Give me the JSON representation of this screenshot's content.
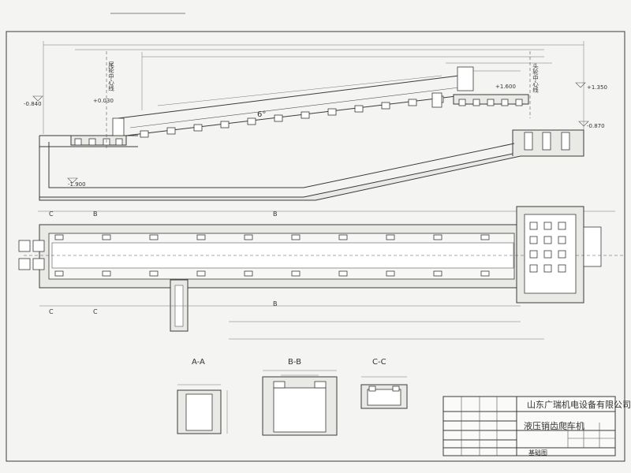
{
  "labels": {
    "tail_center": "尾轮中心线",
    "head_center": "头轮中心线",
    "elev_neg_0840": "-0.840",
    "elev_pos_0030": "+0.030",
    "elev_neg_1900": "-1.900",
    "elev_pos_1600": "+1.600",
    "elev_pos_1350": "+1.350",
    "elev_neg_0870": "-0.870",
    "angle": "6°"
  },
  "sections": {
    "aa": "A-A",
    "bb": "B-B",
    "cc": "C-C"
  },
  "section_marks": [
    "C",
    "B",
    "B",
    "C",
    "B",
    "C"
  ],
  "title_block": {
    "company": "山东广瑞机电设备有限公司",
    "product": "液压销齿爬车机",
    "drawing": "基础图"
  }
}
